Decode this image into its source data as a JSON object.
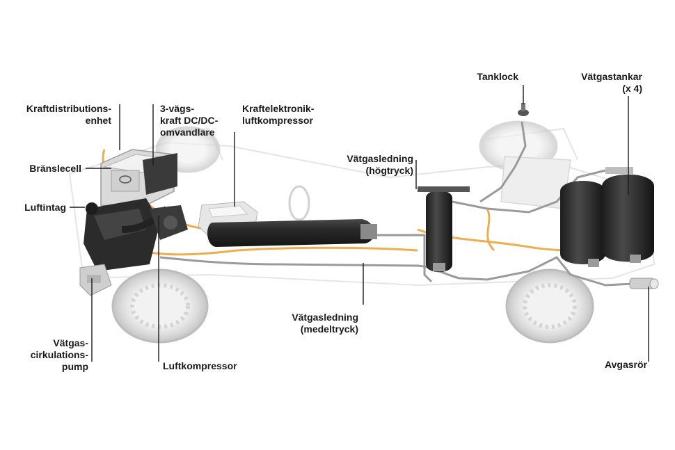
{
  "labels": {
    "kraftdistribution": [
      "Kraftdistributions-",
      "enhet"
    ],
    "dcdc": [
      "3-vägs-",
      "kraft DC/DC-",
      "omvandlare"
    ],
    "kraftelektronik": [
      "Kraftelektronik-",
      "luftkompressor"
    ],
    "bransle": "Bränslecell",
    "luftintag": "Luftintag",
    "vatgas_pump": [
      "Vätgas-",
      "cirkulations-",
      "pump"
    ],
    "luftkompressor": "Luftkompressor",
    "vatgasledning_hog": [
      "Vätgasledning",
      "(högtryck)"
    ],
    "vatgasledning_medel": [
      "Vätgasledning",
      "(medeltryck)"
    ],
    "tanklock": "Tanklock",
    "vatgastankar": [
      "Vätgastankar",
      "(x 4)"
    ],
    "avgasror": "Avgasrör"
  },
  "colors": {
    "tank": "#2e2e2e",
    "pipe_orange": "#e9a030",
    "chassis": "#c8c8c8",
    "leader": "#1a1a1a"
  }
}
